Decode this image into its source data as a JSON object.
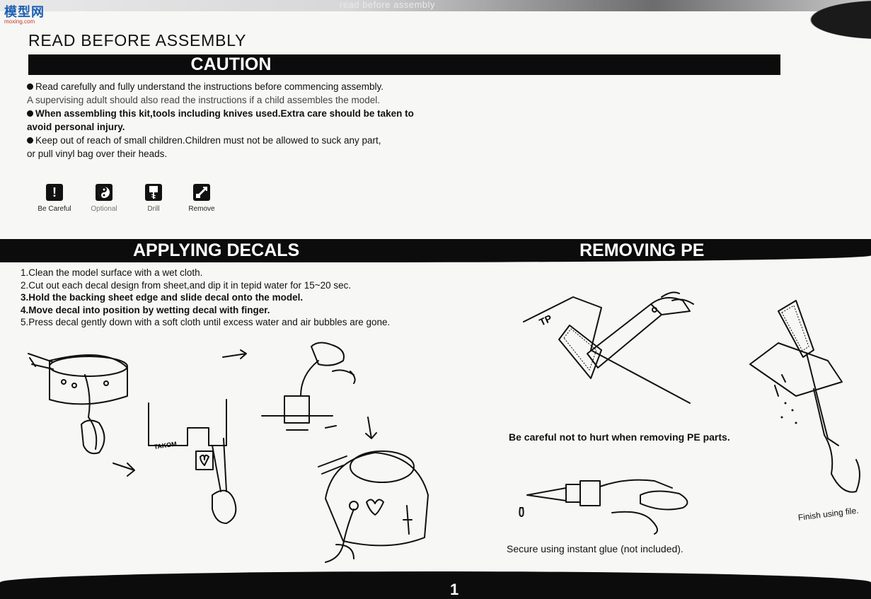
{
  "header": {
    "logo_text": "模型网",
    "logo_subtext": "moxing.com",
    "band_text": "read before assembly"
  },
  "read_title": "READ BEFORE ASSEMBLY",
  "caution": {
    "title": "CAUTION",
    "items": [
      "Read carefully and fully understand the instructions before commencing assembly.",
      "A supervising adult should also read the instructions if a child assembles the model.",
      "When assembling this kit,tools including knives used.Extra care should be taken to",
      "avoid personal injury.",
      "Keep out of reach of small children.Children must not be allowed to suck any part,",
      "or pull vinyl bag over their heads."
    ]
  },
  "icons": [
    {
      "icon": "exclamation-icon",
      "label": "Be Careful"
    },
    {
      "icon": "optional-icon",
      "label": "Optional"
    },
    {
      "icon": "drill-icon",
      "label": "Drill"
    },
    {
      "icon": "remove-icon",
      "label": "Remove"
    }
  ],
  "decals": {
    "title": "APPLYING DECALS",
    "steps": [
      "1.Clean the model surface with a wet cloth.",
      "2.Cut out each decal design from sheet,and dip it in tepid water for 15~20 sec.",
      "3.Hold the backing sheet edge and slide decal onto the model.",
      "4.Move decal into position by wetting decal with finger.",
      "5.Press decal gently down with a soft cloth until excess water and air bubbles are gone."
    ],
    "sheet_label": "TAKOM"
  },
  "pe": {
    "title": "REMOVING PE",
    "fret_label": "TP",
    "caption_careful": "Be careful not to hurt when removing PE parts.",
    "caption_glue": "Secure using instant glue (not included).",
    "caption_file": "Finish using file."
  },
  "page_number": "1"
}
